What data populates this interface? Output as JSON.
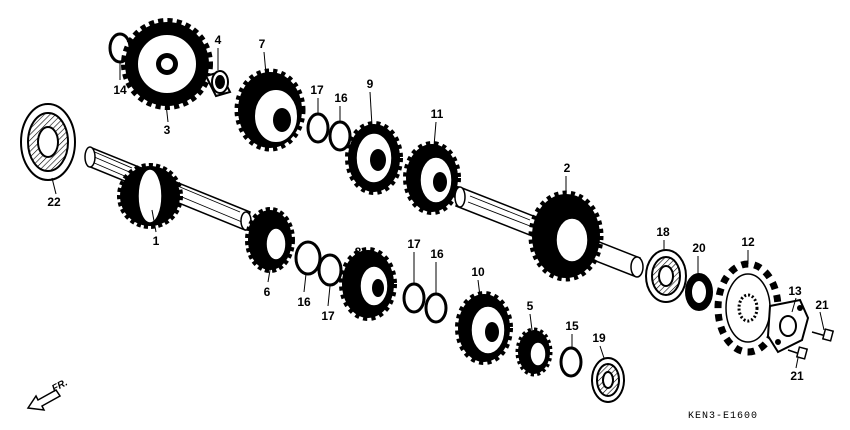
{
  "diagram": {
    "parts": [
      {
        "ref": "1"
      },
      {
        "ref": "2"
      },
      {
        "ref": "3"
      },
      {
        "ref": "4"
      },
      {
        "ref": "5"
      },
      {
        "ref": "6"
      },
      {
        "ref": "7"
      },
      {
        "ref": "8"
      },
      {
        "ref": "9"
      },
      {
        "ref": "10"
      },
      {
        "ref": "11"
      },
      {
        "ref": "12"
      },
      {
        "ref": "13"
      },
      {
        "ref": "14"
      },
      {
        "ref": "15"
      },
      {
        "ref": "16"
      },
      {
        "ref": "16"
      },
      {
        "ref": "17"
      },
      {
        "ref": "17"
      },
      {
        "ref": "18"
      },
      {
        "ref": "19"
      },
      {
        "ref": "20"
      },
      {
        "ref": "21"
      },
      {
        "ref": "21"
      },
      {
        "ref": "22"
      }
    ],
    "direction_label": "FR.",
    "diagram_code": "KEN3-E1600"
  },
  "colors": {
    "ink": "#000000",
    "paper": "#ffffff",
    "shade": "#9a9a9a"
  }
}
